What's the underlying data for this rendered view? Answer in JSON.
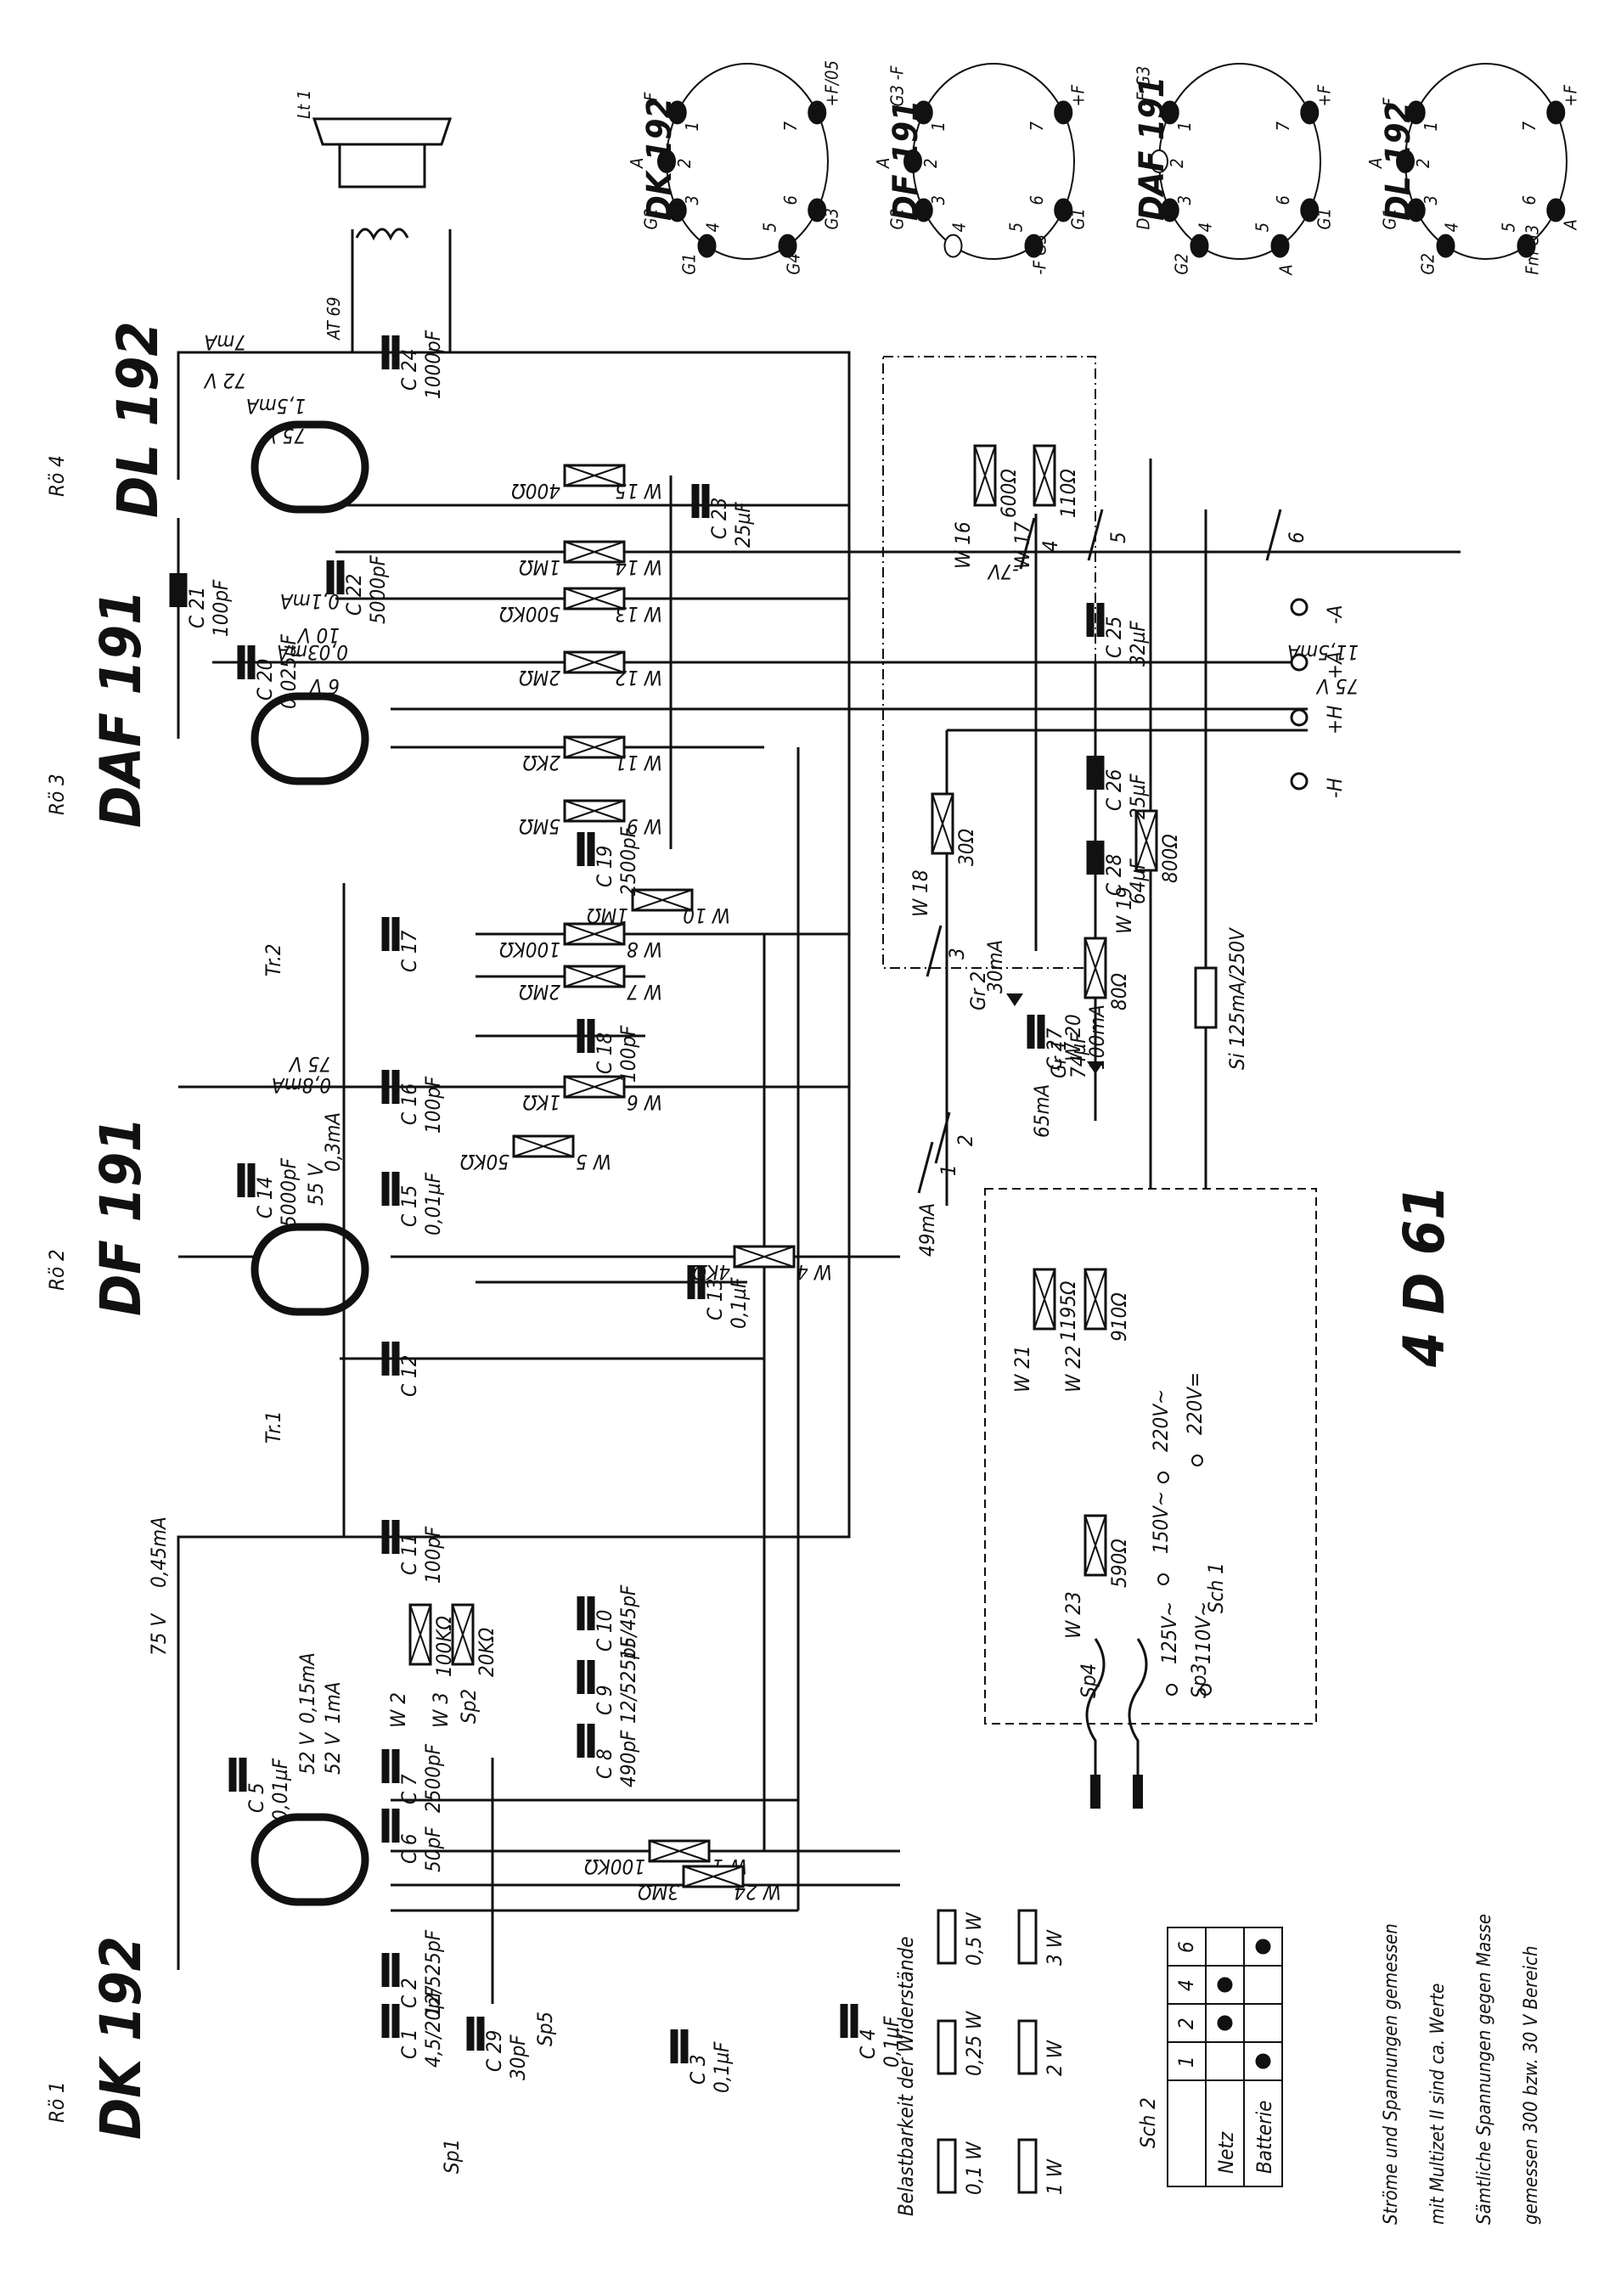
{
  "model": "4 D 61",
  "tubes": [
    {
      "ref": "Rö 1",
      "type": "DK 192"
    },
    {
      "ref": "Rö 2",
      "type": "DF 191"
    },
    {
      "ref": "Rö 3",
      "type": "DAF 191"
    },
    {
      "ref": "Rö 4",
      "type": "DL 192"
    }
  ],
  "pinouts": [
    {
      "type": "DK 192",
      "pins": [
        "-F",
        "A",
        "G2",
        "G1",
        "G4",
        "G3",
        "+F/05"
      ]
    },
    {
      "type": "DF 191",
      "pins": [
        "G3 -F",
        "A",
        "G2",
        "",
        "-F G3",
        "G1",
        "+F"
      ]
    },
    {
      "type": "DAF 191",
      "pins": [
        "-F G3",
        "",
        "D",
        "G2",
        "A",
        "G1",
        "+F"
      ]
    },
    {
      "type": "DL 192",
      "pins": [
        "F",
        "A",
        "G1",
        "G2",
        "Fm G3",
        "A",
        "+F"
      ]
    }
  ],
  "speaker": {
    "ref": "Lt 1",
    "transformer": "AT 69"
  },
  "resistors": [
    {
      "ref": "W 1",
      "value": "100KΩ"
    },
    {
      "ref": "W 2",
      "value": "100KΩ"
    },
    {
      "ref": "W 3",
      "value": "20KΩ"
    },
    {
      "ref": "W 4",
      "value": "4KΩ"
    },
    {
      "ref": "W 5",
      "value": "50KΩ"
    },
    {
      "ref": "W 6",
      "value": "1KΩ"
    },
    {
      "ref": "W 7",
      "value": "2MΩ"
    },
    {
      "ref": "W 8",
      "value": "100KΩ"
    },
    {
      "ref": "W 9",
      "value": "5MΩ"
    },
    {
      "ref": "W 10",
      "value": "1MΩ"
    },
    {
      "ref": "W 11",
      "value": "2KΩ"
    },
    {
      "ref": "W 12",
      "value": "2MΩ"
    },
    {
      "ref": "W 13",
      "value": "500KΩ"
    },
    {
      "ref": "W 14",
      "value": "1MΩ"
    },
    {
      "ref": "W 15",
      "value": "400Ω"
    },
    {
      "ref": "W 16",
      "value": "600Ω"
    },
    {
      "ref": "W 17",
      "value": "110Ω"
    },
    {
      "ref": "W 18",
      "value": "30Ω"
    },
    {
      "ref": "W 19",
      "value": "800Ω"
    },
    {
      "ref": "W 20",
      "value": "80Ω"
    },
    {
      "ref": "W 21",
      "value": "1195Ω"
    },
    {
      "ref": "W 22",
      "value": "910Ω"
    },
    {
      "ref": "W 23",
      "value": "590Ω"
    },
    {
      "ref": "W 24",
      "value": "3MΩ"
    }
  ],
  "capacitors": [
    {
      "ref": "C 1",
      "value": "4,5/20pF"
    },
    {
      "ref": "C 2",
      "value": "12/525pF"
    },
    {
      "ref": "C 3",
      "value": "0,1µF"
    },
    {
      "ref": "C 4",
      "value": "0,1µF"
    },
    {
      "ref": "C 5",
      "value": "0,01µF"
    },
    {
      "ref": "C 6",
      "value": "50pF"
    },
    {
      "ref": "C 7",
      "value": "2500pF"
    },
    {
      "ref": "C 8",
      "value": "490pF"
    },
    {
      "ref": "C 9",
      "value": "12/525pF"
    },
    {
      "ref": "C 10",
      "value": "15/45pF"
    },
    {
      "ref": "C 11",
      "value": "100pF"
    },
    {
      "ref": "C 12",
      "value": ""
    },
    {
      "ref": "C 13",
      "value": "0,1µF"
    },
    {
      "ref": "C 14",
      "value": "5000pF"
    },
    {
      "ref": "C 15",
      "value": "0,01µF"
    },
    {
      "ref": "C 16",
      "value": "100pF"
    },
    {
      "ref": "C 17",
      "value": ""
    },
    {
      "ref": "C 18",
      "value": "100pF"
    },
    {
      "ref": "C 19",
      "value": "2500pF"
    },
    {
      "ref": "C 20",
      "value": "0,025µF"
    },
    {
      "ref": "C 21",
      "value": "100pF"
    },
    {
      "ref": "C 22",
      "value": "5000pF"
    },
    {
      "ref": "C 23",
      "value": "25µF"
    },
    {
      "ref": "C 24",
      "value": "1000pF"
    },
    {
      "ref": "C 25",
      "value": "32µF"
    },
    {
      "ref": "C 26",
      "value": "25µF"
    },
    {
      "ref": "C 27",
      "value": "74µF"
    },
    {
      "ref": "C 28",
      "value": "64µF"
    },
    {
      "ref": "C 29",
      "value": "30pF"
    }
  ],
  "coils": [
    "Sp1",
    "Sp2",
    "Sp3",
    "Sp4",
    "Sp5",
    "Tr.1",
    "Tr.2"
  ],
  "rectifiers": [
    {
      "ref": "Gr 1",
      "current": "100mA"
    },
    {
      "ref": "Gr 2",
      "current": "30mA"
    }
  ],
  "fuse": {
    "ref": "Si",
    "value": "125mA/250V"
  },
  "measurements": {
    "ro1_anode": "75 V",
    "ro1_anode_i": "0,45mA",
    "ro1_g2": "52 V",
    "ro1_g2_i": "0,15mA",
    "ro1_g4": "52 V",
    "ro1_g4_i": "1mA",
    "ro2_anode": "75 V",
    "ro2_anode_i": "0,8mA",
    "ro2_g2": "55 V",
    "ro2_g2_i": "0,3mA",
    "ro3_anode": "6 V",
    "ro3_anode_i": "0,03mA",
    "ro3_c13": "10 V",
    "ro3_c13_i": "0,1mA",
    "ro4_anode": "72 V",
    "ro4_anode_i": "7mA",
    "ro4_g2": "75 V",
    "ro4_g2_i": "1,5mA",
    "supply_b": "75 V",
    "supply_b_i": "11,5mA",
    "bias": "-7V",
    "i_49": "49mA",
    "i_65": "65mA"
  },
  "terminals": [
    "-A",
    "+A",
    "+H",
    "-H"
  ],
  "switch_contacts": [
    "1",
    "2",
    "3",
    "4",
    "5",
    "6"
  ],
  "mains_taps": [
    "220V~",
    "220V=",
    "150V~",
    "125V~",
    "110V~"
  ],
  "switch_sch1": "Sch 1",
  "legend": {
    "title": "Belastbarkeit der Widerstände",
    "items": [
      "0,1 W",
      "0,25 W",
      "0,5 W",
      "1 W",
      "2 W",
      "3 W"
    ]
  },
  "sch2_table": {
    "title": "Sch 2",
    "columns": [
      "1",
      "2",
      "4",
      "6"
    ],
    "rows": [
      {
        "label": "Netz",
        "marks": [
          false,
          true,
          true,
          false
        ]
      },
      {
        "label": "Batterie",
        "marks": [
          true,
          false,
          false,
          true
        ]
      }
    ]
  },
  "notes": [
    "Ströme und Spannungen gemessen",
    "mit Multizet II sind ca. Werte",
    "Sämtliche Spannungen gegen Masse",
    "gemessen 300 bzw. 30 V Bereich"
  ]
}
